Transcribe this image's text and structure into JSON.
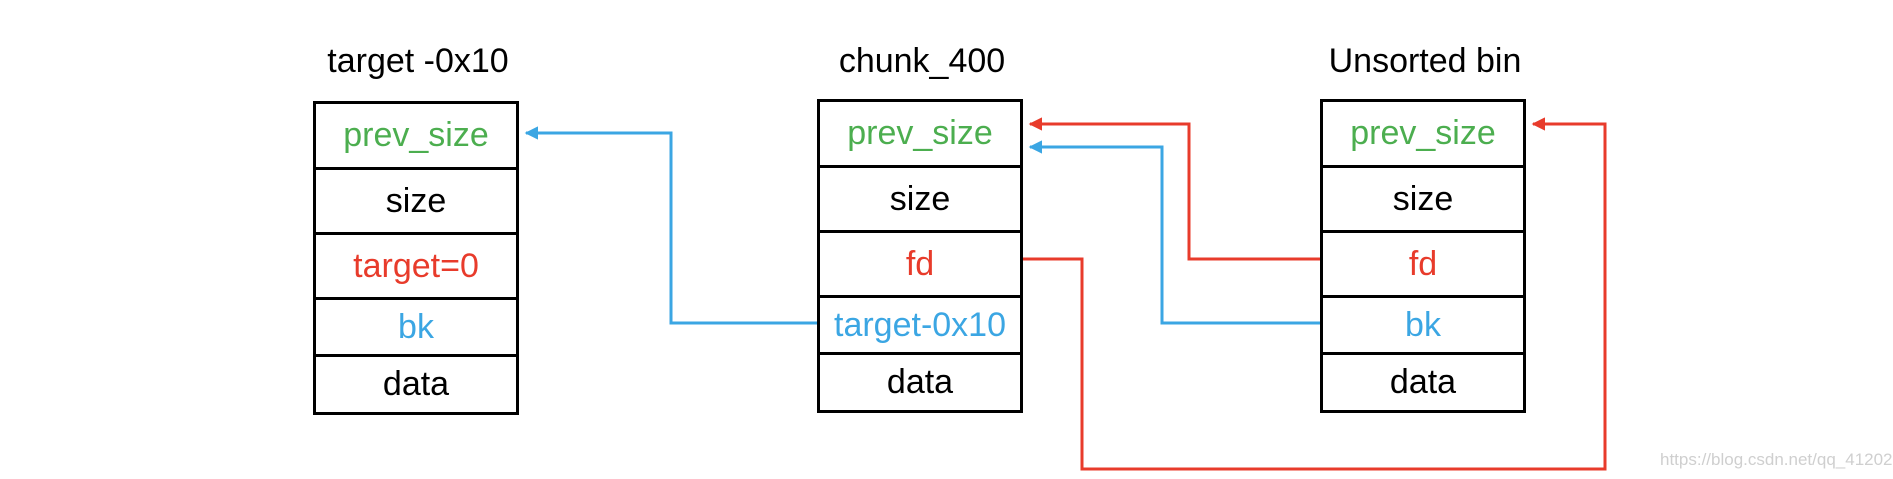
{
  "diagram": {
    "colors": {
      "green": "#4cae4f",
      "black": "#000000",
      "red": "#e83b2b",
      "blue": "#3ba6e3"
    },
    "chunks": [
      {
        "title": "target -0x10",
        "fields": [
          {
            "label": "prev_size",
            "color": "green"
          },
          {
            "label": "size",
            "color": "black"
          },
          {
            "label": "target=0",
            "color": "red"
          },
          {
            "label": "bk",
            "color": "blue"
          },
          {
            "label": "data",
            "color": "black"
          }
        ]
      },
      {
        "title": "chunk_400",
        "fields": [
          {
            "label": "prev_size",
            "color": "green"
          },
          {
            "label": "size",
            "color": "black"
          },
          {
            "label": "fd",
            "color": "red"
          },
          {
            "label": "target-0x10",
            "color": "blue"
          },
          {
            "label": "data",
            "color": "black"
          }
        ]
      },
      {
        "title": "Unsorted bin",
        "fields": [
          {
            "label": "prev_size",
            "color": "green"
          },
          {
            "label": "size",
            "color": "black"
          },
          {
            "label": "fd",
            "color": "red"
          },
          {
            "label": "bk",
            "color": "blue"
          },
          {
            "label": "data",
            "color": "black"
          }
        ]
      }
    ],
    "arrows": [
      {
        "from": "chunk_400.bk",
        "to": "target.prev_size",
        "color": "blue"
      },
      {
        "from": "unsorted_bin.fd",
        "to": "chunk_400.prev_size",
        "color": "red"
      },
      {
        "from": "unsorted_bin.bk",
        "to": "chunk_400.prev_size",
        "color": "blue"
      },
      {
        "from": "chunk_400.fd",
        "to": "unsorted_bin.prev_size",
        "color": "red"
      }
    ]
  },
  "watermark": "https://blog.csdn.net/qq_41202"
}
